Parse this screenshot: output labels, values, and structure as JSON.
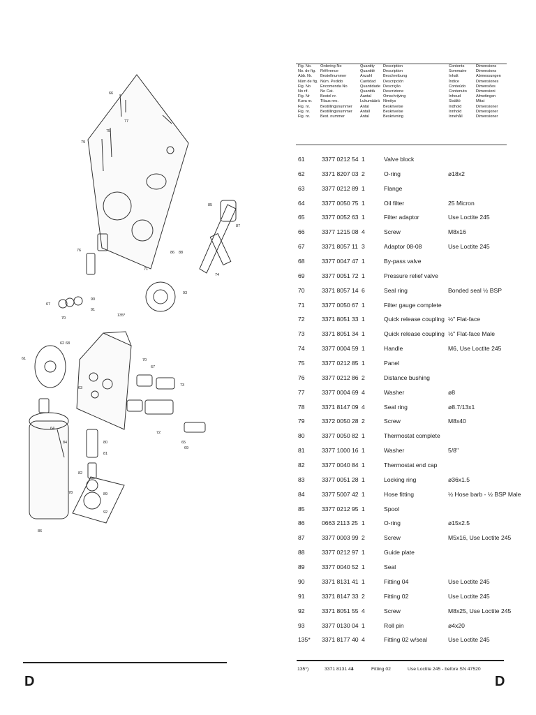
{
  "header_rows": [
    [
      "Fig. No.",
      "Ordering No",
      "Quantity",
      "Description",
      "Contents",
      "Dimensions"
    ],
    [
      "No. de fig.",
      "Référence",
      "Quantité",
      "Description",
      "Sommaire",
      "Dimensions"
    ],
    [
      "Abb. Nr.",
      "Bestellnummer",
      "Anzahl",
      "Beschreibung",
      "Inhalt",
      "Abmessungen"
    ],
    [
      "Núm de fig.",
      "Núm. Pedido",
      "Cantidad",
      "Descripción",
      "Índice",
      "Dimensiones"
    ],
    [
      "Fig. No",
      "Encomenda No",
      "Quantidade",
      "Descrição",
      "Conteúdo",
      "Dimensões"
    ],
    [
      "No rif.",
      "No Cat.",
      "Quantità",
      "Descrizione",
      "Contenuto",
      "Dimensioni"
    ],
    [
      "Fig. Nr",
      "Bestel nr.",
      "Aantal",
      "Omschrijving",
      "Inhoud",
      "Afmetingen"
    ],
    [
      "Kuva nr.",
      "Tilaus nro.",
      "Lukumäärä",
      "Nimitys",
      "Sisältö",
      "Mitat"
    ],
    [
      "Fig. nr.",
      "Bestillingsnummer",
      "Antal",
      "Beskrivelse",
      "Indhold",
      "Dimensioner"
    ],
    [
      "Fig. nr.",
      "Bestillingsnummer",
      "Antall",
      "Beskrivelse",
      "Innhold",
      "Dimensjoner"
    ],
    [
      "Fig. nr.",
      "Best. nummer",
      "Antal",
      "Beskrivning",
      "Innehåll",
      "Dimensioner"
    ]
  ],
  "parts": [
    {
      "fig": "61",
      "ordering": "3377 0212 54",
      "qty": "1",
      "desc": "Valve block",
      "dim": ""
    },
    {
      "fig": "62",
      "ordering": "3371 8207 03",
      "qty": "2",
      "desc": "O-ring",
      "dim": "ø18x2"
    },
    {
      "fig": "63",
      "ordering": "3377 0212 89",
      "qty": "1",
      "desc": "Flange",
      "dim": ""
    },
    {
      "fig": "64",
      "ordering": "3377 0050 75",
      "qty": "1",
      "desc": "Oil filter",
      "dim": "25 Micron"
    },
    {
      "fig": "65",
      "ordering": "3377 0052 63",
      "qty": "1",
      "desc": "Filter adaptor",
      "dim": "Use Loctite 245"
    },
    {
      "fig": "66",
      "ordering": "3377 1215 08",
      "qty": "4",
      "desc": "Screw",
      "dim": "M8x16"
    },
    {
      "fig": "67",
      "ordering": "3371 8057 11",
      "qty": "3",
      "desc": "Adaptor 08-08",
      "dim": "Use Loctite 245"
    },
    {
      "fig": "68",
      "ordering": "3377 0047 47",
      "qty": "1",
      "desc": "By-pass valve",
      "dim": ""
    },
    {
      "fig": "69",
      "ordering": "3377 0051 72",
      "qty": "1",
      "desc": "Pressure relief valve",
      "dim": ""
    },
    {
      "fig": "70",
      "ordering": "3371 8057 14",
      "qty": "6",
      "desc": "Seal ring",
      "dim": "Bonded seal ½ BSP"
    },
    {
      "fig": "71",
      "ordering": "3377 0050 67",
      "qty": "1",
      "desc": "Filter gauge complete",
      "dim": ""
    },
    {
      "fig": "72",
      "ordering": "3371 8051 33",
      "qty": "1",
      "desc": "Quick release coupling",
      "dim": "½\" Flat-face"
    },
    {
      "fig": "73",
      "ordering": "3371 8051 34",
      "qty": "1",
      "desc": "Quick release coupling",
      "dim": "½\" Flat-face Male"
    },
    {
      "fig": "74",
      "ordering": "3377 0004 59",
      "qty": "1",
      "desc": "Handle",
      "dim": "M6, Use Loctite 245"
    },
    {
      "fig": "75",
      "ordering": "3377 0212 85",
      "qty": "1",
      "desc": "Panel",
      "dim": ""
    },
    {
      "fig": "76",
      "ordering": "3377 0212 86",
      "qty": "2",
      "desc": "Distance bushing",
      "dim": ""
    },
    {
      "fig": "77",
      "ordering": "3377 0004 69",
      "qty": "4",
      "desc": "Washer",
      "dim": "ø8"
    },
    {
      "fig": "78",
      "ordering": "3371 8147 09",
      "qty": "4",
      "desc": "Seal ring",
      "dim": "ø8.7/13x1"
    },
    {
      "fig": "79",
      "ordering": "3372 0050 28",
      "qty": "2",
      "desc": "Screw",
      "dim": "M8x40"
    },
    {
      "fig": "80",
      "ordering": "3377 0050 82",
      "qty": "1",
      "desc": "Thermostat complete",
      "dim": ""
    },
    {
      "fig": "81",
      "ordering": "3377 1000 16",
      "qty": "1",
      "desc": "Washer",
      "dim": "5/8\""
    },
    {
      "fig": "82",
      "ordering": "3377 0040 84",
      "qty": "1",
      "desc": "Thermostat end cap",
      "dim": ""
    },
    {
      "fig": "83",
      "ordering": "3377 0051 28",
      "qty": "1",
      "desc": "Locking ring",
      "dim": "ø36x1.5"
    },
    {
      "fig": "84",
      "ordering": "3377 5007 42",
      "qty": "1",
      "desc": "Hose fitting",
      "dim": "½ Hose barb - ½ BSP Male"
    },
    {
      "fig": "85",
      "ordering": "3377 0212 95",
      "qty": "1",
      "desc": "Spool",
      "dim": ""
    },
    {
      "fig": "86",
      "ordering": "0663 2113 25",
      "qty": "1",
      "desc": "O-ring",
      "dim": "ø15x2.5"
    },
    {
      "fig": "87",
      "ordering": "3377 0003 99",
      "qty": "2",
      "desc": "Screw",
      "dim": "M5x16, Use Loctite 245"
    },
    {
      "fig": "88",
      "ordering": "3377 0212 97",
      "qty": "1",
      "desc": "Guide plate",
      "dim": ""
    },
    {
      "fig": "89",
      "ordering": "3377 0040 52",
      "qty": "1",
      "desc": "Seal",
      "dim": ""
    },
    {
      "fig": "90",
      "ordering": "3371 8131 41",
      "qty": "1",
      "desc": "Fitting 04",
      "dim": "Use Loctite 245"
    },
    {
      "fig": "91",
      "ordering": "3371 8147 33",
      "qty": "2",
      "desc": "Fitting 02",
      "dim": "Use Loctite 245"
    },
    {
      "fig": "92",
      "ordering": "3371 8051 55",
      "qty": "4",
      "desc": "Screw",
      "dim": "M8x25, Use Loctite 245"
    },
    {
      "fig": "93",
      "ordering": "3377 0130 04",
      "qty": "1",
      "desc": "Roll pin",
      "dim": "ø4x20"
    },
    {
      "fig": "135*",
      "ordering": "3371 8177 40",
      "qty": "4",
      "desc": "Fitting 02 w/seal",
      "dim": "Use Loctite 245"
    }
  ],
  "footnote": {
    "fig": "135*)",
    "ordering": "3371 8131 41",
    "qty": "4",
    "desc": "Fitting 02",
    "note": "Use Loctite 245  - before SN 47520"
  },
  "section_letter_left": "D",
  "section_letter_right": "D",
  "diagram_labels": [
    "66",
    "77",
    "75",
    "79",
    "76",
    "85",
    "86",
    "88",
    "87",
    "74",
    "71",
    "93",
    "90",
    "91",
    "135*",
    "67",
    "70",
    "62",
    "61",
    "68",
    "63",
    "65",
    "64",
    "70",
    "67",
    "73",
    "72",
    "69",
    "80",
    "81",
    "82",
    "89",
    "78",
    "92",
    "84",
    "86"
  ]
}
